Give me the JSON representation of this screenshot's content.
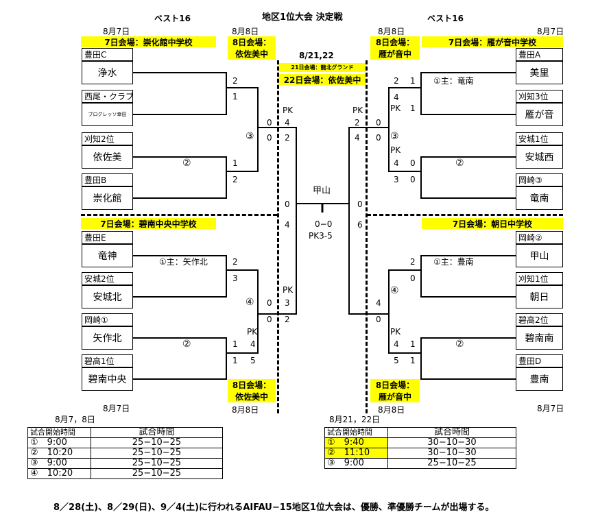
{
  "header": {
    "best16_left": "ベスト16",
    "title": "地区1位大会 決定戦",
    "best16_right": "ベスト16",
    "date_87_tl": "8月7日",
    "date_88_tl": "8月8日",
    "date_88_tr": "8月8日",
    "date_87_tr": "8月7日",
    "center_dates": "8/21,22",
    "center_venue_21": "21日会場：龍北グランド",
    "center_venue_22": "22日会場：依佐美中"
  },
  "venues": {
    "tl": "7日会場：崇化館中学校",
    "tr": "7日会場：雁が音中学校",
    "bl": "7日会場：碧南中央中学校",
    "br": "7日会場：朝日中学校",
    "mid_tl_1": "8日会場：",
    "mid_tl_2": "依佐美中",
    "mid_tr_1": "8日会場：",
    "mid_tr_2": "雁が音中",
    "mid_bl_1": "8日会場：",
    "mid_bl_2": "依佐美中",
    "mid_br_1": "8日会場：",
    "mid_br_2": "雁が音中"
  },
  "teams_left": [
    {
      "label": "豊田C",
      "name": "浄水"
    },
    {
      "label": "西尾・クラブ",
      "name": "ブログレッソ幸田"
    },
    {
      "label": "刈知2位",
      "name": "依佐美"
    },
    {
      "label": "豊田B",
      "name": "崇化館"
    },
    {
      "label": "豊田E",
      "name": "竜神"
    },
    {
      "label": "安城2位",
      "name": "安城北"
    },
    {
      "label": "岡崎①",
      "name": "矢作北"
    },
    {
      "label": "碧高1位",
      "name": "碧南中央"
    }
  ],
  "teams_right": [
    {
      "label": "豊田A",
      "name": "美里"
    },
    {
      "label": "刈知3位",
      "name": "雁が音"
    },
    {
      "label": "安城1位",
      "name": "安城西"
    },
    {
      "label": "岡崎③",
      "name": "竜南"
    },
    {
      "label": "岡崎②",
      "name": "甲山"
    },
    {
      "label": "刈知1位",
      "name": "朝日"
    },
    {
      "label": "碧高2位",
      "name": "碧南南"
    },
    {
      "label": "豊田D",
      "name": "豊南"
    }
  ],
  "bracket_text": {
    "l1_s1": "2",
    "l1_s2": "1",
    "l2_mark": "②",
    "l2_s1": "1",
    "l2_s2": "2",
    "l3_mark": "③",
    "l3_a1": "0",
    "l3_a2": "4",
    "l3_b1": "0",
    "l3_b2": "2",
    "l3_pk": "PK",
    "r1_s1": "2",
    "r1_s2": "1",
    "r1_note": "①主：竜南",
    "r1_pk": "PK",
    "r1_s3": "4",
    "r1_s4": "1",
    "r2_mark": "②",
    "r2_pk": "PK",
    "r2_s1": "4",
    "r2_s2": "0",
    "r2_s3": "3",
    "r2_s4": "0",
    "r3_mark": "③",
    "r3_a1": "2",
    "r3_a2": "0",
    "r3_b1": "4",
    "r3_b2": "0",
    "r3_pk": "PK",
    "final_winner": "甲山",
    "final_tl": "0",
    "final_tr": "0",
    "final_bl": "4",
    "final_br": "6",
    "final_score": "0−0",
    "final_pk": "PK3-5",
    "bl1_note": "①主：矢作北",
    "bl1_s1": "2",
    "bl1_s2": "3",
    "bl2_mark": "②",
    "bl2_pk": "PK",
    "bl2_s1": "1",
    "bl2_s2": "4",
    "bl2_s3": "1",
    "bl2_s4": "5",
    "bl3_mark": "④",
    "bl3_pk": "PK",
    "bl3_a1": "0",
    "bl3_a2": "3",
    "bl3_b1": "0",
    "bl3_b2": "2",
    "br1_note": "①主：豊南",
    "br1_s1": "2",
    "br1_s2": "0",
    "br2_mark": "②",
    "br2_pk": "PK",
    "br2_s1": "4",
    "br2_s2": "1",
    "br2_s3": "5",
    "br2_s4": "1",
    "br3_mark": "④",
    "br3_s1": "4",
    "br3_s2": "0"
  },
  "footer_dates": {
    "bl_87": "8月7日",
    "bl_88": "8月8日",
    "br_88": "8月8日",
    "br_87": "8月7日"
  },
  "table_left": {
    "caption": "8月7，8日",
    "headers": [
      "試合開始時間",
      "試合時間"
    ],
    "rows": [
      [
        "①　9:00",
        "25−10−25"
      ],
      [
        "②　10:20",
        "25−10−25"
      ],
      [
        "③　9:00",
        "25−10−25"
      ],
      [
        "④　10:20",
        "25−10−25"
      ]
    ]
  },
  "table_right": {
    "caption": "8月21，22日",
    "headers": [
      "試合開始時間",
      "試合時間"
    ],
    "rows": [
      [
        "①　9:40",
        "30−10−30"
      ],
      [
        "②　11:10",
        "30−10−30"
      ],
      [
        "③　9:00",
        "25−10−25"
      ]
    ]
  },
  "footnote": "8／28(土)、8／29(日)、9／4(土)に行われるAIFAU−15地区1位大会は、優勝、準優勝チームが出場する。",
  "colors": {
    "highlight": "#ffff00",
    "line": "#000000"
  }
}
